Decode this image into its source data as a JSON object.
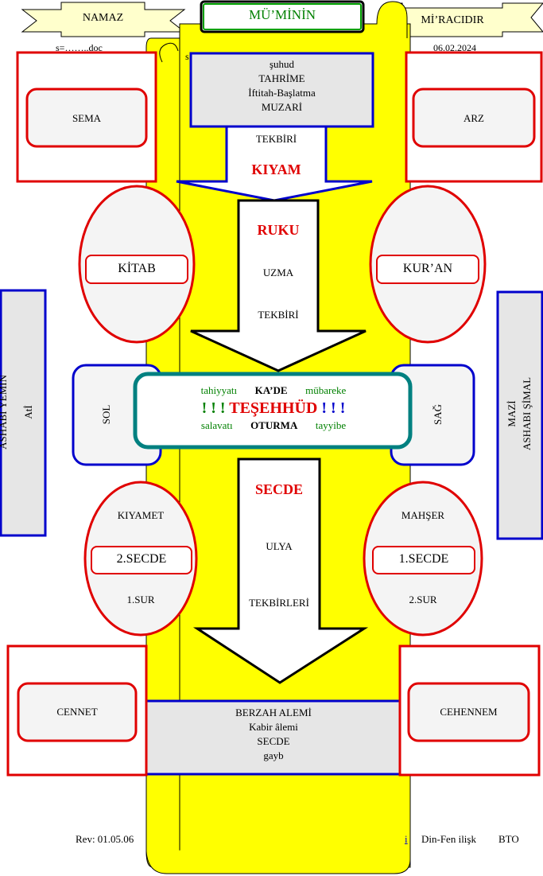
{
  "header": {
    "left_banner": "NAMAZ",
    "center_title": "MÜ’MİNİN",
    "right_banner": "Mİ’RACIDIR",
    "file_name": "s=……..doc",
    "file_name_partial": "s",
    "date": "06.02.2024"
  },
  "top_box": {
    "lines": [
      "şuhud",
      "TAHRİME",
      "İftitah-Başlatma",
      "MUZARİ"
    ],
    "under_label": "TEKBİRİ",
    "kiyam": "KIYAM"
  },
  "corners": {
    "top_left": "SEMA",
    "top_right": "ARZ",
    "bottom_left": "CENNET",
    "bottom_right": "CEHENNEM"
  },
  "ellipses": {
    "left_upper": "KİTAB",
    "right_upper": "KUR’AN",
    "left_lower": {
      "top": "KIYAMET",
      "middle": "2.SECDE",
      "bottom": "1.SUR"
    },
    "right_lower": {
      "top": "MAHŞER",
      "middle": "1.SECDE",
      "bottom": "2.SUR"
    }
  },
  "ruku_arrow": {
    "title": "RUKU",
    "line1": "UZMA",
    "line2": "TEKBİRİ"
  },
  "secde_arrow": {
    "title": "SECDE",
    "line1": "ULYA",
    "line2": "TEKBİRLERİ"
  },
  "center_box": {
    "row1": {
      "left": "tahiyyatı",
      "middle": "KA’DE",
      "right": "mübareke"
    },
    "row2": {
      "bangs_left": "! ! !",
      "title": "TEŞEHHÜD",
      "bangs_right": "! ! !"
    },
    "row3": {
      "left": "salavatı",
      "middle": "OTURMA",
      "right": "tayyibe"
    }
  },
  "side_tabs": {
    "left": "SOL",
    "right": "SAĞ"
  },
  "side_panels": {
    "left_line1": "ASHABI   YEMİN",
    "left_line2": "Atİ",
    "right_line1": "MAZİ",
    "right_line2": "ASHABI ŞİMAL"
  },
  "bottom_box": {
    "lines": [
      "BERZAH ALEMİ",
      "Kabir âlemi",
      "SECDE",
      "gayb"
    ]
  },
  "footer": {
    "rev": "Rev: 01.05.06",
    "link_fragment": "i",
    "right_text": "Din-Fen ilişk",
    "initials": "BTO"
  },
  "colors": {
    "scroll_yellow": "#ffff00",
    "banner_yellow": "#ffffcc",
    "red": "#e00000",
    "blue": "#0000cc",
    "teal": "#008080",
    "green": "#008000",
    "gray_fill": "#e6e6e6",
    "light_fill": "#f4f4f4"
  }
}
